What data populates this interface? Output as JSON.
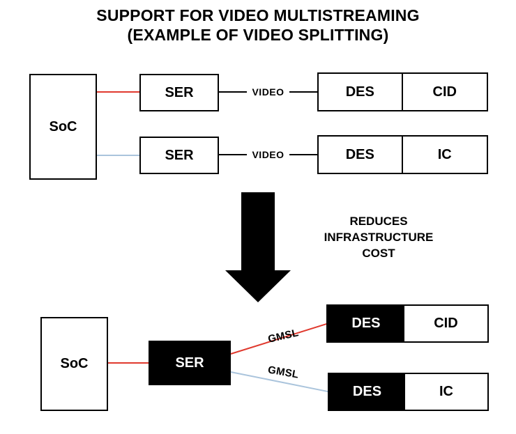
{
  "title": {
    "line1": "SUPPORT FOR VIDEO MULTISTREAMING",
    "line2": "(EXAMPLE OF VIDEO SPLITTING)"
  },
  "colors": {
    "link_red": "#e0392e",
    "link_blue": "#aac4dc",
    "box_black": "#000000"
  },
  "before": {
    "soc_label": "SoC",
    "rows": [
      {
        "ser_label": "SER",
        "link_label": "VIDEO",
        "des_label": "DES",
        "device_label": "CID"
      },
      {
        "ser_label": "SER",
        "link_label": "VIDEO",
        "des_label": "DES",
        "device_label": "IC"
      }
    ]
  },
  "transition": {
    "caption_lines": [
      "REDUCES",
      "INFRASTRUCTURE",
      "COST"
    ]
  },
  "after": {
    "soc_label": "SoC",
    "ser_label": "SER",
    "links": [
      {
        "label": "GMSL",
        "des_label": "DES",
        "device_label": "CID"
      },
      {
        "label": "GMSL",
        "des_label": "DES",
        "device_label": "IC"
      }
    ]
  }
}
